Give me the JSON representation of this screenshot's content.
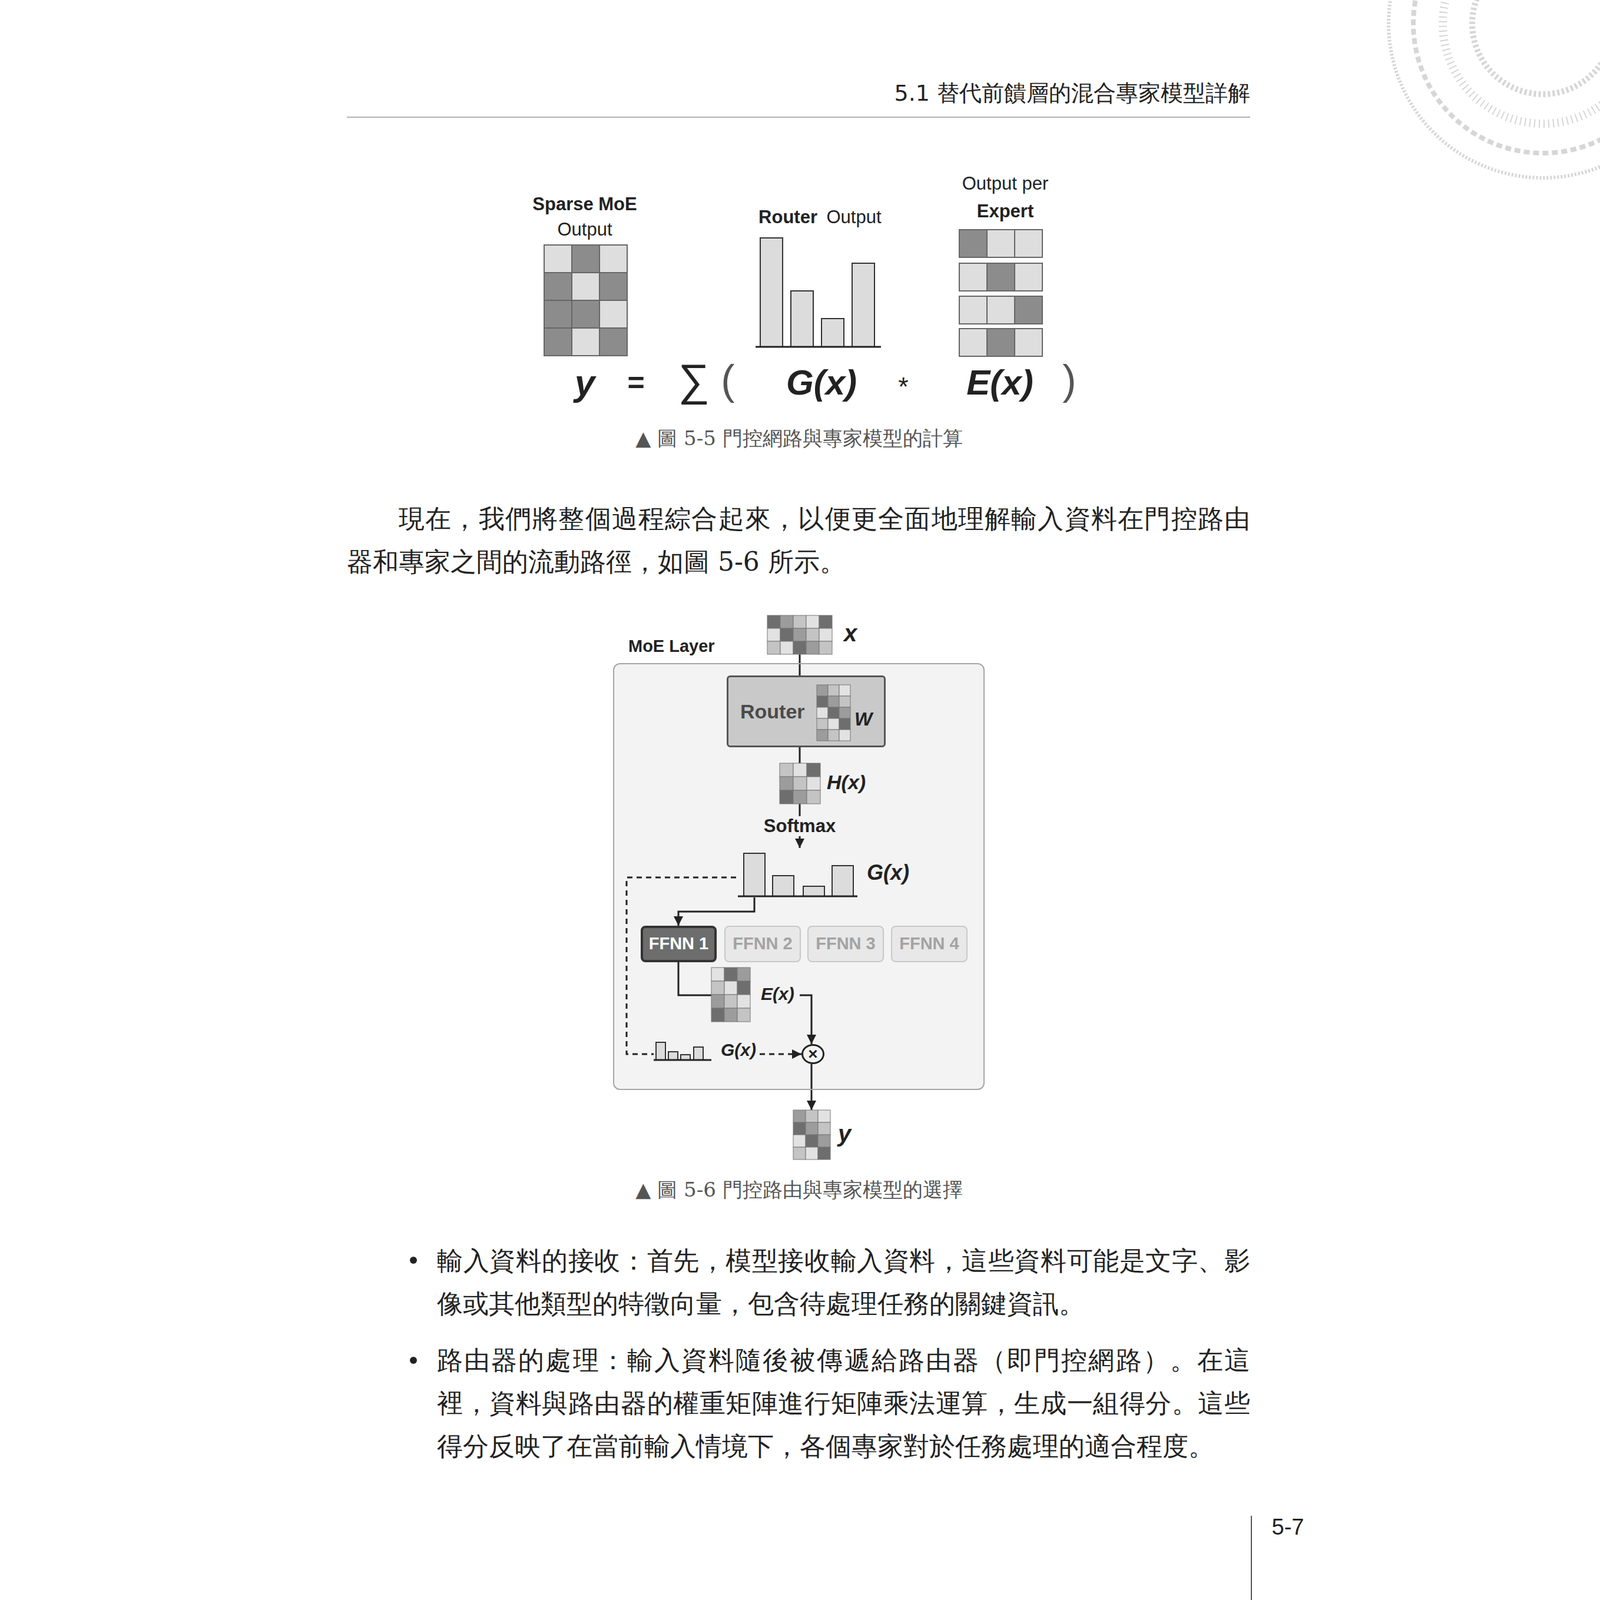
{
  "diagram": {
    "nodes": [
      {
        "text": [
          "MoE Layer"
        ]
      },
      {
        "text": [
          "x"
        ]
      },
      {
        "text": [
          "Router",
          "W"
        ],
        "in": 0
      },
      {
        "text": [
          "H(x)"
        ],
        "in": 0
      },
      {
        "text": [
          "G(x)"
        ],
        "in": 0
      },
      {
        "text": [
          "FFNN 1"
        ],
        "in": 0
      },
      {
        "text": [
          "FFNN 2"
        ],
        "in": 0
      },
      {
        "text": [
          "FFNN 3"
        ],
        "in": 0
      },
      {
        "text": [
          "FFNN 4"
        ],
        "in": 0
      },
      {
        "text": [
          "E(x)"
        ],
        "in": 0
      },
      {
        "text": [
          "G(x)"
        ],
        "in": 0
      },
      {
        "text": [
          "×"
        ],
        "in": 0
      },
      {
        "text": [
          "y"
        ]
      }
    ],
    "edges": [
      {
        "from": 1,
        "to": 2,
        "arrow": "none"
      },
      {
        "from": 2,
        "to": 3,
        "arrow": "none"
      },
      {
        "from": 3,
        "to": 4,
        "label": "Softmax",
        "arrow": "to"
      },
      {
        "from": 4,
        "to": 5,
        "arrow": "to"
      },
      {
        "from": 4,
        "to": 10,
        "arrow": "none"
      },
      {
        "from": 5,
        "to": 9,
        "arrow": "none"
      },
      {
        "from": 9,
        "to": 11,
        "arrow": "to"
      },
      {
        "from": 10,
        "to": 11,
        "arrow": "to"
      },
      {
        "from": 11,
        "to": 12,
        "arrow": "to"
      }
    ],
    "labels": [
      "5.1 替代前饋層的混合專家模型詳解",
      "Sparse MoE",
      "Output",
      "Router",
      "Output",
      "Output per",
      "Expert",
      "y",
      "=",
      "∑",
      "(",
      "G(x)",
      "*",
      "E(x)",
      ")",
      "▲ 圖 5-5 門控網路與專家模型的計算",
      "現在，我們將整個過程綜合起來，以便更全面地理解輸入資料在門控路由器和專家之間的流動路徑，如圖 5-6 所示。",
      "▲ 圖 5-6 門控路由與專家模型的選擇",
      "輸入資料的接收：首先，模型接收輸入資料，這些資料可能是文字、影像或其他類型的特徵向量，包含待處理任務的關鍵資訊。",
      "路由器的處理：輸入資料隨後被傳遞給路由器（即門控網路）。在這裡，資料與路由器的權重矩陣進行矩陣乘法運算，生成一組得分。這些得分反映了在當前輸入情境下，各個專家對於任務處理的適合程度。",
      "5-7"
    ]
  }
}
